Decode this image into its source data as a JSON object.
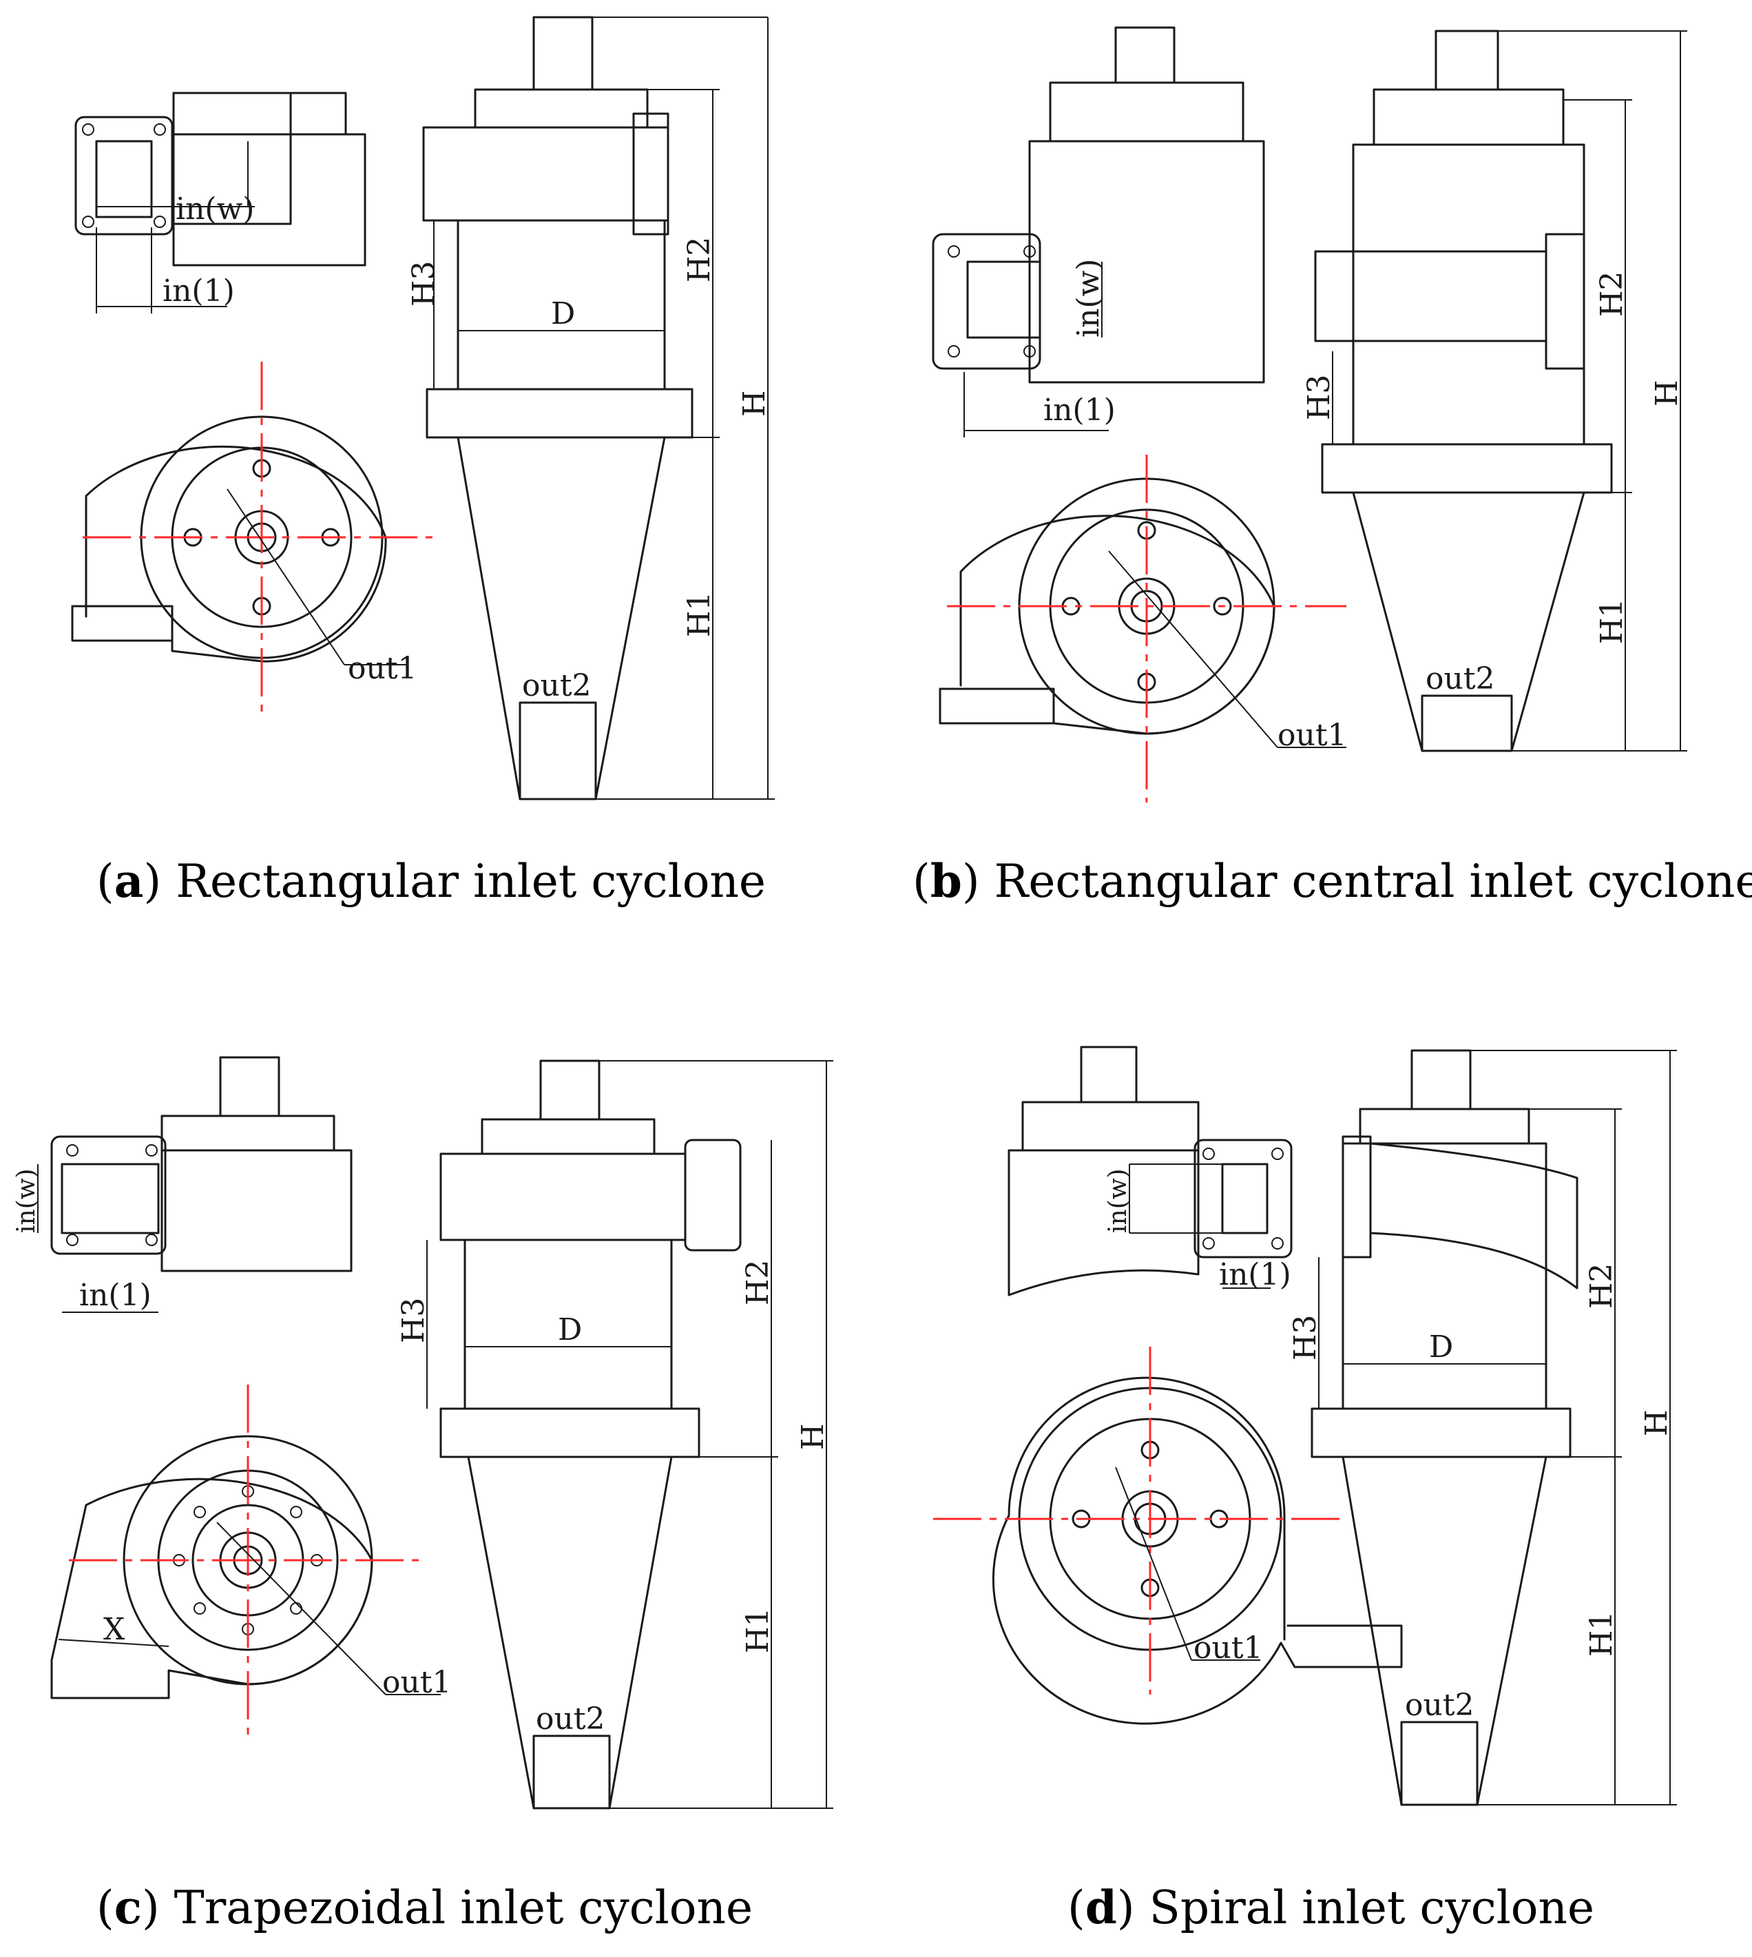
{
  "panels": [
    {
      "letter": "a",
      "caption": "Rectangular inlet cyclone",
      "labels": {
        "inw": "in(w)",
        "inl": "in(1)",
        "out1": "out1",
        "out2": "out2",
        "D": "D",
        "H": "H",
        "H1": "H1",
        "H2": "H2",
        "H3": "H3"
      }
    },
    {
      "letter": "b",
      "caption": "Rectangular central inlet cyclone",
      "labels": {
        "inw": "in(w)",
        "inl": "in(1)",
        "out1": "out1",
        "out2": "out2",
        "H": "H",
        "H1": "H1",
        "H2": "H2",
        "H3": "H3"
      }
    },
    {
      "letter": "c",
      "caption": "Trapezoidal inlet cyclone",
      "labels": {
        "inw": "in(w)",
        "inl": "in(1)",
        "X": "X",
        "out1": "out1",
        "out2": "out2",
        "D": "D",
        "H": "H",
        "H1": "H1",
        "H2": "H2",
        "H3": "H3"
      }
    },
    {
      "letter": "d",
      "caption": "Spiral inlet cyclone",
      "labels": {
        "inw": "in(w)",
        "inl": "in(1)",
        "out1": "out1",
        "out2": "out2",
        "D": "D",
        "H": "H",
        "H1": "H1",
        "H2": "H2",
        "H3": "H3"
      }
    }
  ],
  "colors": {
    "line": "#1a1a1a",
    "centerline": "#ff2a2a",
    "background": "#ffffff"
  }
}
